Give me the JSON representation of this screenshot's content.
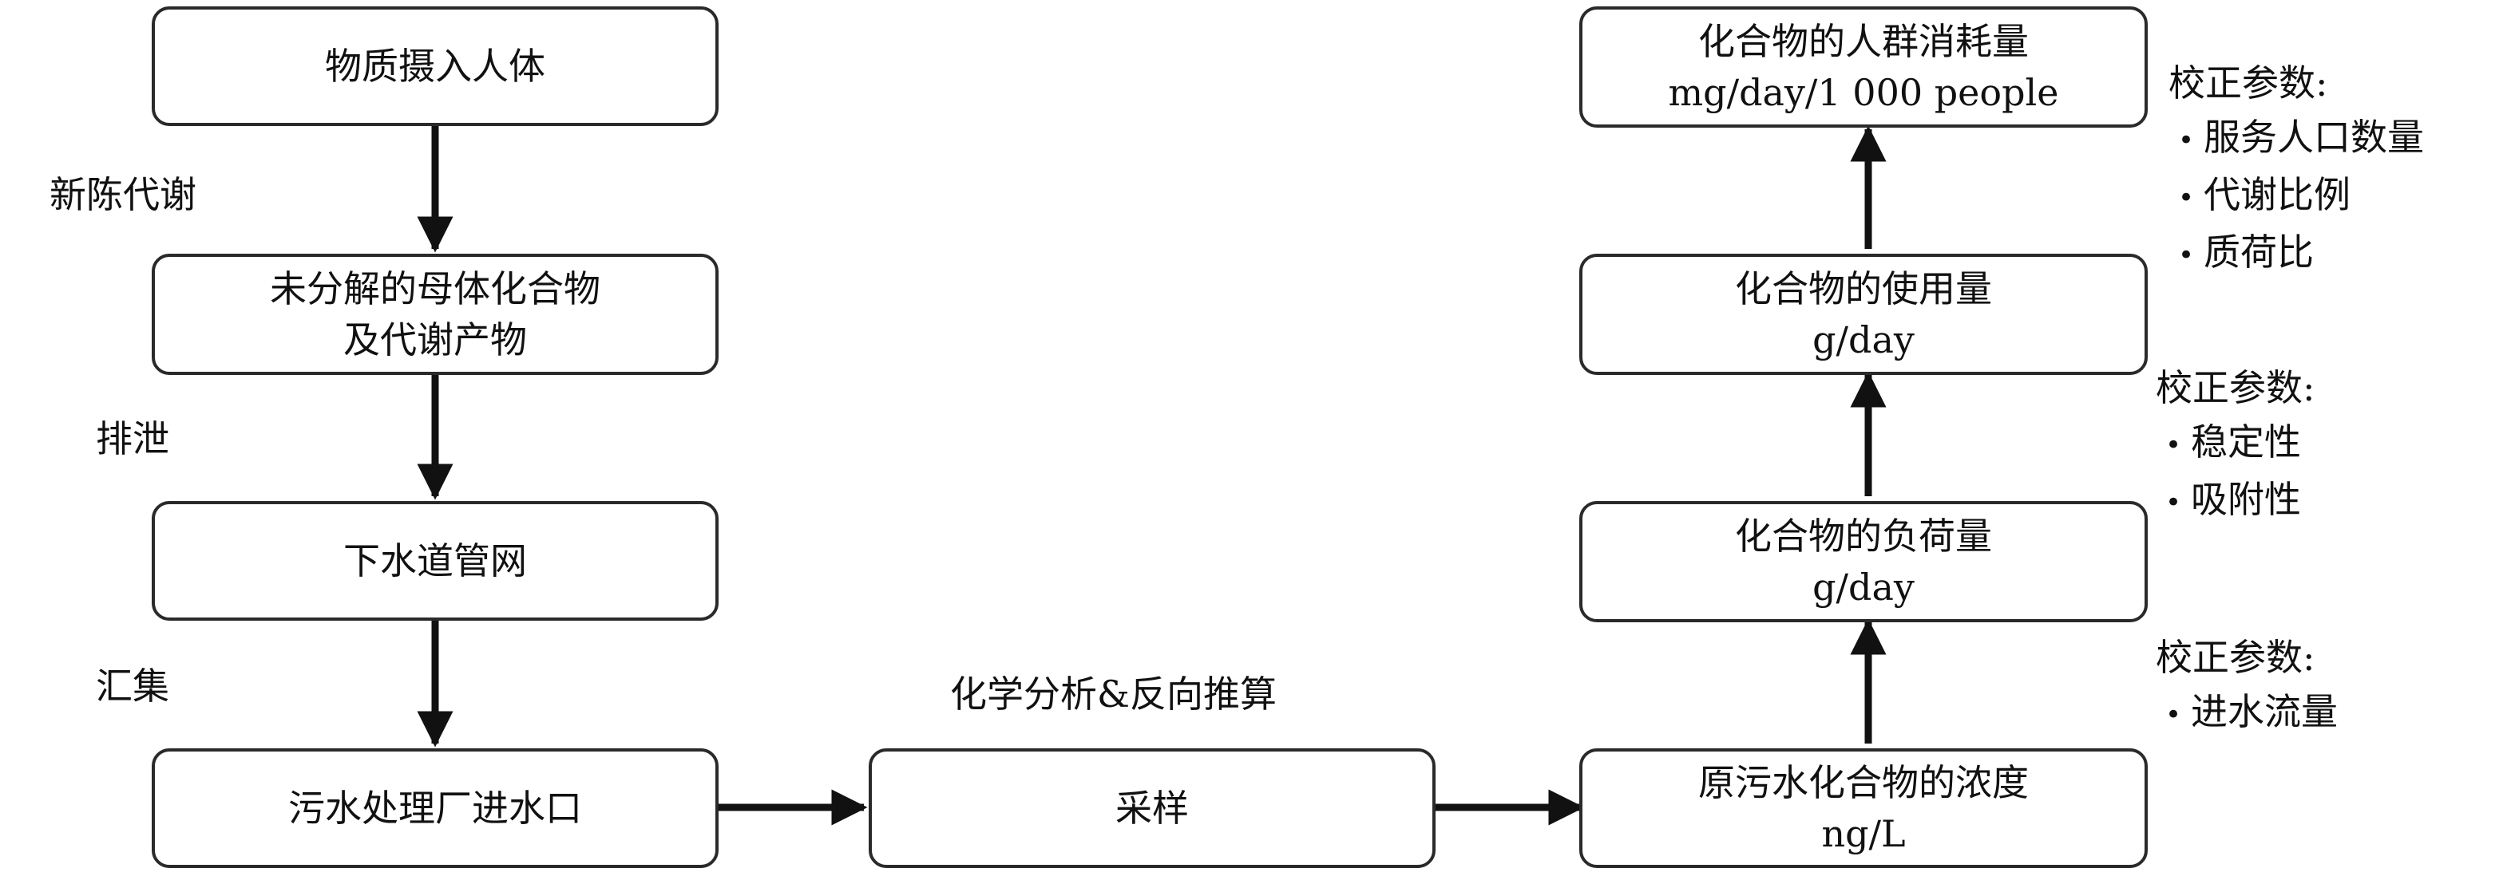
{
  "left_column": {
    "box1": "物质摄入人体",
    "label1": "新陈代谢",
    "box2_line1": "未分解的母体化合物",
    "box2_line2": "及代谢产物",
    "label2": "排泄",
    "box3": "下水道管网",
    "label3": "汇集",
    "box4": "污水处理厂进水口"
  },
  "middle": {
    "label": "化学分析&反向推算",
    "box": "采样"
  },
  "right_column": {
    "box_consumption_line1": "化合物的人群消耗量",
    "box_consumption_line2": "mg/day/1 000 people",
    "box_usage_line1": "化合物的使用量",
    "box_usage_line2": "g/day",
    "box_load_line1": "化合物的负荷量",
    "box_load_line2": "g/day",
    "box_concentration_line1": "原污水化合物的浓度",
    "box_concentration_line2": "ng/L"
  },
  "correction_params": [
    {
      "title": "校正参数:",
      "items": [
        "服务人口数量",
        "代谢比例",
        "质荷比"
      ]
    },
    {
      "title": "校正参数:",
      "items": [
        "稳定性",
        "吸附性"
      ]
    },
    {
      "title": "校正参数:",
      "items": [
        "进水流量"
      ]
    }
  ],
  "colors": {
    "border": "#2a2a2a",
    "arrow": "#111111"
  }
}
